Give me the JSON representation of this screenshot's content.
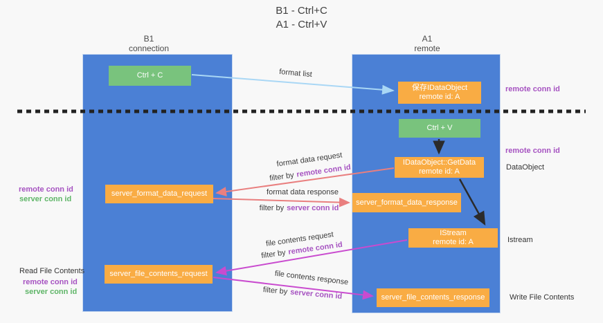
{
  "title": {
    "line1": "B1 - Ctrl+C",
    "line2": "A1 - Ctrl+V"
  },
  "columns": {
    "left": {
      "name": "B1",
      "role": "connection"
    },
    "right": {
      "name": "A1",
      "role": "remote"
    }
  },
  "nodes": {
    "ctrl_c": {
      "label": "Ctrl + C"
    },
    "save_dataobject": {
      "line1": "保存IDataObject",
      "line2": "remote id: A"
    },
    "ctrl_v": {
      "label": "Ctrl + V"
    },
    "getdata": {
      "line1": "IDataObject::GetData",
      "line2": "remote id: A"
    },
    "format_request": {
      "label": "server_format_data_request"
    },
    "format_response": {
      "label": "server_format_data_response"
    },
    "istream": {
      "line1": "IStream",
      "line2": "remote id: A"
    },
    "file_request": {
      "label": "server_file_contents_request"
    },
    "file_response": {
      "label": "server_file_contents_response"
    }
  },
  "flow_labels": {
    "format_list": "format list",
    "format_data_request": "format data request",
    "format_data_response": "format data response",
    "file_contents_request": "file contents request",
    "file_contents_response": "file contents response",
    "filter_by": "filter by",
    "remote_conn_id": "remote conn id",
    "server_conn_id": "server conn id"
  },
  "side_labels": {
    "remote_conn_id_top": "remote conn id",
    "remote_conn_id_mid": "remote conn id",
    "dataobject": "DataObject",
    "istream": "Istream",
    "write_file_contents": "Write File Contents",
    "read_file_contents": "Read File Contents",
    "remote_conn_id_left1": "remote conn id",
    "server_conn_id_left1": "server conn id",
    "remote_conn_id_left2": "remote conn id",
    "server_conn_id_left2": "server conn id"
  },
  "colors": {
    "column_blue": "#4b80d5",
    "node_green": "#79c37d",
    "node_orange": "#f9ac44",
    "arrow_lightblue": "#a9d7f5",
    "arrow_salmon": "#e97f7f",
    "arrow_magenta": "#c94bcf",
    "arrow_black": "#2b2b2b",
    "text_purple": "#a653c1",
    "text_green": "#5eb567",
    "dashed_line": "#222222"
  }
}
